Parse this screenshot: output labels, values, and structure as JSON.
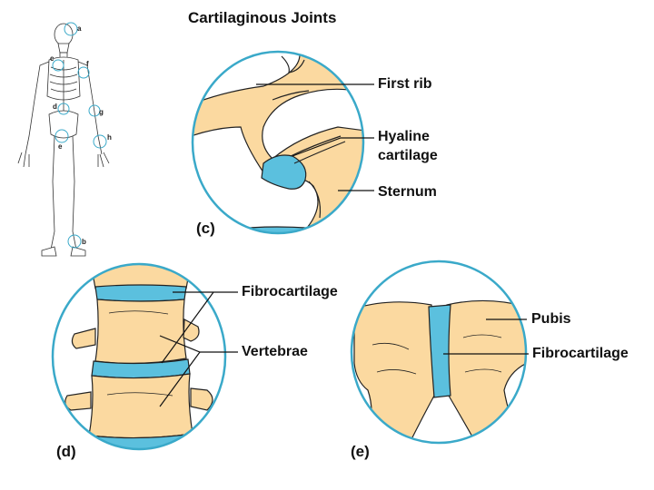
{
  "title": "Cartilaginous Joints",
  "skeleton_markers": [
    "a",
    "c",
    "f",
    "d",
    "g",
    "e",
    "h",
    "b"
  ],
  "panel_c": {
    "letter": "(c)",
    "labels": {
      "first_rib": "First rib",
      "hyaline_1": "Hyaline",
      "hyaline_2": "cartilage",
      "sternum": "Sternum"
    }
  },
  "panel_d": {
    "letter": "(d)",
    "labels": {
      "fibrocartilage": "Fibrocartilage",
      "vertebrae": "Vertebrae"
    }
  },
  "panel_e": {
    "letter": "(e)",
    "labels": {
      "pubis": "Pubis",
      "fibrocartilage": "Fibrocartilage"
    }
  },
  "colors": {
    "bone": "#fbd9a0",
    "cartilage": "#5bc0de",
    "ring": "#3aa9c9",
    "line": "#222222"
  }
}
